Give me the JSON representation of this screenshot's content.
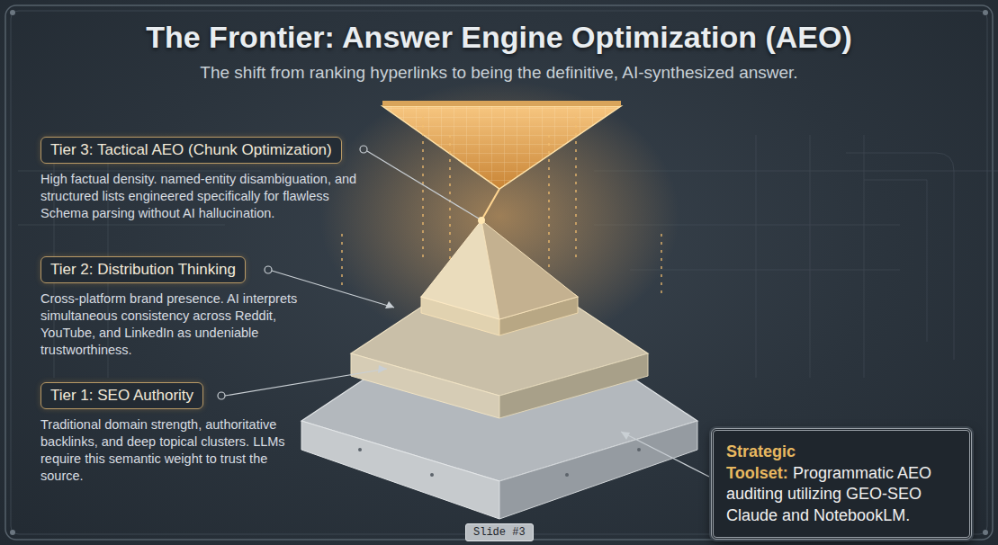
{
  "diagram": {
    "title": "The Frontier: Answer Engine Optimization (AEO)",
    "caption": "The shift from ranking hyperlinks to being the definitive, AI-synthesized answer.",
    "nodes": [
      {
        "text": [
          "Tier 3: Tactical AEO (Chunk Optimization)",
          "High factual density. named-entity disambiguation, and structured lists engineered specifically for flawless Schema parsing without AI hallucination."
        ]
      },
      {
        "text": [
          "Tier 2: Distribution Thinking",
          "Cross-platform brand presence. AI interprets simultaneous consistency across Reddit, YouTube, and LinkedIn as undeniable trustworthiness."
        ]
      },
      {
        "text": [
          "Tier 1: SEO Authority",
          "Traditional domain strength, authoritative backlinks, and deep topical clusters. LLMs require this semantic weight to trust the source."
        ]
      },
      {
        "text": [
          "Strategic Toolset:",
          "Programmatic AEO auditing utilizing GEO-SEO Claude and NotebookLM."
        ]
      }
    ],
    "labels": [
      "Slide #3"
    ]
  }
}
